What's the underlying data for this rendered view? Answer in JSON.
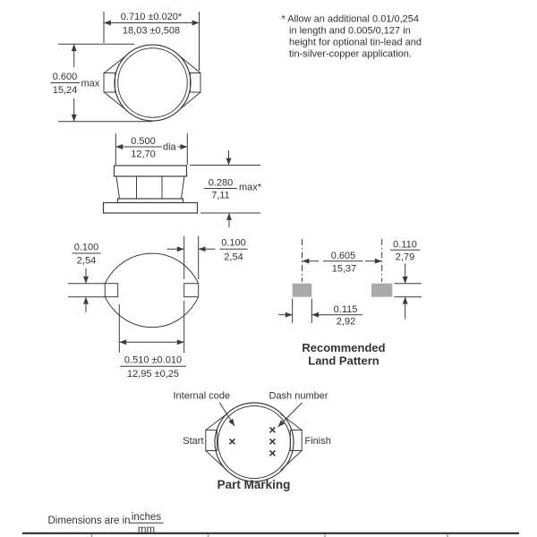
{
  "note": {
    "lines": [
      "* Allow an additional 0.01/0,254",
      "in length and 0.005/0,127 in",
      "height for optional tin-lead and",
      "tin-silver-copper application."
    ]
  },
  "top_view": {
    "width_in": "0.710 ±0.020*",
    "width_mm": "18,03 ±0,508",
    "height_in": "0.600",
    "height_mm": "15,24",
    "max_label": "max"
  },
  "side_view": {
    "dia_in": "0.500",
    "dia_mm": "12,70",
    "dia_label": "dia",
    "height_in": "0.280",
    "height_mm": "7,11",
    "max_label": "max*"
  },
  "bottom_view": {
    "pad_height_in": "0.100",
    "pad_height_mm": "2,54",
    "pad_width_in": "0.100",
    "pad_width_mm": "2,54",
    "body_width_in": "0.510 ±0.010",
    "body_width_mm": "12,95 ±0,25"
  },
  "land_pattern": {
    "pitch_in": "0.605",
    "pitch_mm": "15,37",
    "pad_height_in": "0.110",
    "pad_height_mm": "2,79",
    "pad_width_in": "0.115",
    "pad_width_mm": "2,92",
    "title_line1": "Recommended",
    "title_line2": "Land Pattern"
  },
  "part_marking": {
    "internal_code_label": "Internal code",
    "dash_number_label": "Dash number",
    "start_label": "Start",
    "finish_label": "Finish",
    "internal_code_mark": "×",
    "dash_number_marks": [
      "×",
      "×",
      "×"
    ],
    "title": "Part Marking"
  },
  "footer": {
    "text": "Dimensions are in",
    "units_top": "inches",
    "units_bottom": "mm"
  },
  "colors": {
    "line": "#3c3c3c",
    "text": "#333333",
    "pad_fill": "#a9a9a9",
    "rule": "#2b2d31"
  }
}
